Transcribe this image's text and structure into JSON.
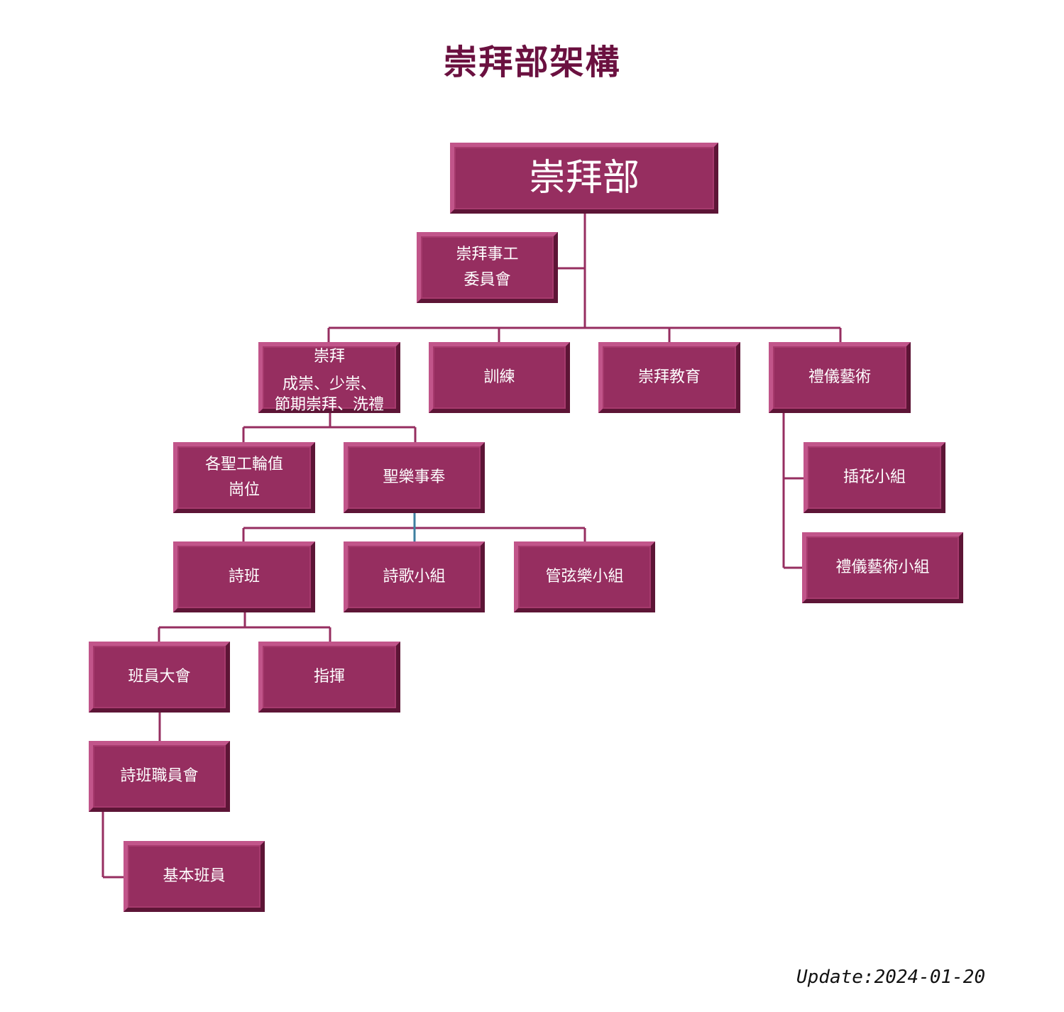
{
  "title": "崇拜部架構",
  "nodes": {
    "root": "崇拜部",
    "committee": [
      "崇拜事工",
      "委員會"
    ],
    "worship": [
      "崇拜",
      "成崇、少崇、",
      "節期崇拜、洗禮"
    ],
    "training": "訓練",
    "education": "崇拜教育",
    "liturgical_arts": "禮儀藝術",
    "duty_roster": [
      "各聖工輪值",
      "崗位"
    ],
    "music_ministry": "聖樂事奉",
    "choir": "詩班",
    "worship_band": "詩歌小組",
    "orchestra": "管弦樂小組",
    "choir_assembly": "班員大會",
    "conductor": "指揮",
    "choir_officers": "詩班職員會",
    "basic_members": "基本班員",
    "flower_group": "插花小組",
    "liturgical_arts_group": "禮儀藝術小組"
  },
  "update": "Update:2024-01-20",
  "colors": {
    "box_fill": "#962e60",
    "line": "#962e60",
    "title": "#6b1140"
  }
}
